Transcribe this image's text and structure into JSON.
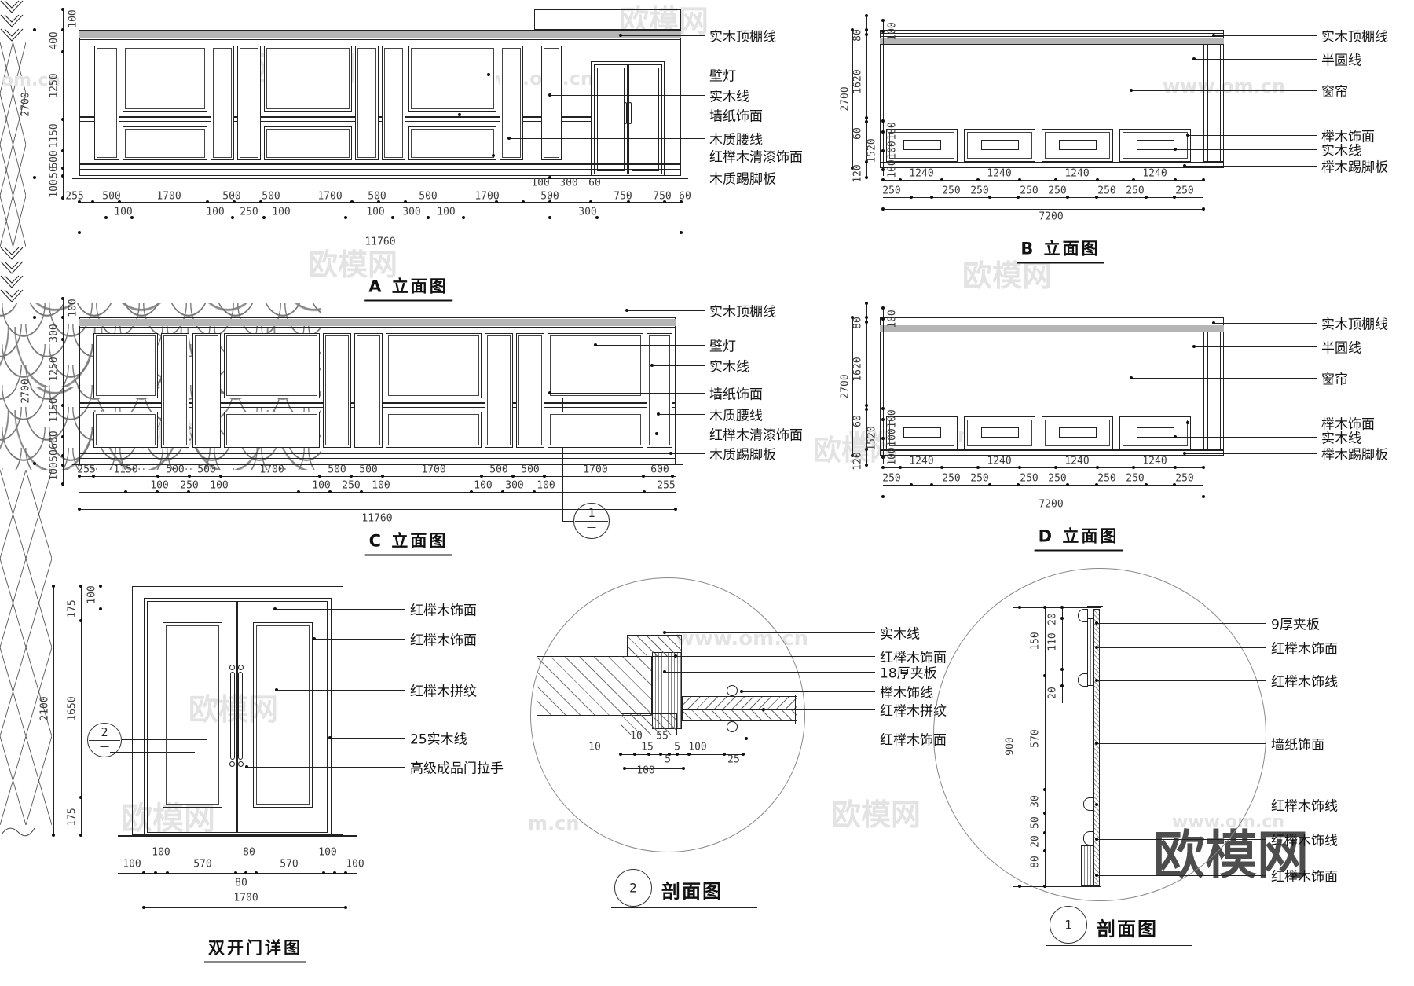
{
  "watermarks": {
    "brand": "欧模网",
    "url": "www.om.cn",
    "url_left": "om.cn",
    "url_frag": "m.cn"
  },
  "elev_a": {
    "title": "A 立面图",
    "labels": [
      "实木顶棚线",
      "壁灯",
      "实木线",
      "墙纸饰面",
      "木质腰线",
      "红榉木清漆饰面",
      "木质踢脚板"
    ],
    "height_total": "2700",
    "left_chain": [
      "100",
      "400",
      "1250",
      "1150",
      "600",
      "50",
      "100"
    ],
    "dims_upper": [
      "100",
      "300",
      "60"
    ],
    "dims_row1": [
      "255",
      "500",
      "1700",
      "500",
      "500",
      "1700",
      "500",
      "500",
      "1700",
      "500",
      "750",
      "750",
      "60"
    ],
    "dims_row2": [
      "100",
      "100",
      "250",
      "100",
      "100",
      "300",
      "100",
      "300"
    ],
    "total": "11760"
  },
  "elev_b": {
    "title": "B 立面图",
    "labels": [
      "实木顶棚线",
      "半圆线",
      "窗帘",
      "榉木饰面",
      "实木线",
      "榉木踢脚板"
    ],
    "height_total": "2700",
    "left_chain": [
      "80",
      "1620",
      "60",
      "120"
    ],
    "left_mid": "1520",
    "left_inner": [
      "100",
      "100",
      "100",
      "100"
    ],
    "dims_row1": [
      "1240",
      "1240",
      "1240",
      "1240"
    ],
    "dims_row2": [
      "250",
      "250",
      "250",
      "250",
      "250",
      "250",
      "250",
      "250"
    ],
    "total": "7200"
  },
  "elev_c": {
    "title": "C 立面图",
    "labels": [
      "实木顶棚线",
      "壁灯",
      "实木线",
      "墙纸饰面",
      "木质腰线",
      "红榉木清漆饰面",
      "木质踢脚板"
    ],
    "height_total": "2700",
    "left_chain": [
      "100",
      "300",
      "1250",
      "1150",
      "600",
      "50",
      "100"
    ],
    "dims_row1": [
      "255",
      "1150",
      "500",
      "500",
      "1700",
      "500",
      "500",
      "1700",
      "500",
      "500",
      "1700",
      "600"
    ],
    "dims_row2": [
      "100",
      "250",
      "100",
      "100",
      "250",
      "100",
      "100",
      "300",
      "100",
      "255"
    ],
    "total": "11760",
    "callout": "1"
  },
  "elev_d": {
    "title": "D 立面图",
    "labels": [
      "实木顶棚线",
      "半圆线",
      "窗帘",
      "榉木饰面",
      "实木线",
      "榉木踢脚板"
    ],
    "height_total": "2700",
    "left_chain": [
      "80",
      "1620",
      "60",
      "120"
    ],
    "left_mid": "1520",
    "left_inner": [
      "100",
      "100",
      "100",
      "100"
    ],
    "dims_row1": [
      "1240",
      "1240",
      "1240",
      "1240"
    ],
    "dims_row2": [
      "250",
      "250",
      "250",
      "250",
      "250",
      "250",
      "250",
      "250"
    ],
    "total": "7200"
  },
  "door_detail": {
    "title": "双开门详图",
    "labels": [
      "红榉木饰面",
      "红榉木饰面",
      "红榉木拼纹",
      "25实木线",
      "高级成品门拉手"
    ],
    "height_total": "2100",
    "left_chain": [
      "175",
      "1650",
      "175"
    ],
    "top_dim": "100",
    "dims_upper": [
      "100",
      "80",
      "100"
    ],
    "dims_main": [
      "100",
      "570",
      "570",
      "100"
    ],
    "dim_mid": "80",
    "total": "1700",
    "callout": "2"
  },
  "section2": {
    "callout": "2",
    "title": "剖面图",
    "labels": [
      "实木线",
      "红榉木饰面",
      "18厚夹板",
      "榉木饰线",
      "红榉木拼纹",
      "红榉木饰面"
    ],
    "dims": [
      "10",
      "55",
      "10",
      "15",
      "5",
      "100",
      "5",
      "25",
      "100"
    ]
  },
  "section1": {
    "callout": "1",
    "title": "剖面图",
    "labels": [
      "9厚夹板",
      "红榉木饰面",
      "红榉木饰线",
      "墙纸饰面",
      "红榉木饰线",
      "红榉木饰线",
      "红榉木饰面"
    ],
    "dim_overall": "900",
    "dims_outer": [
      "150",
      "570",
      "30",
      "50",
      "20",
      "80"
    ],
    "dims_inner": [
      "20",
      "110",
      "20"
    ]
  }
}
